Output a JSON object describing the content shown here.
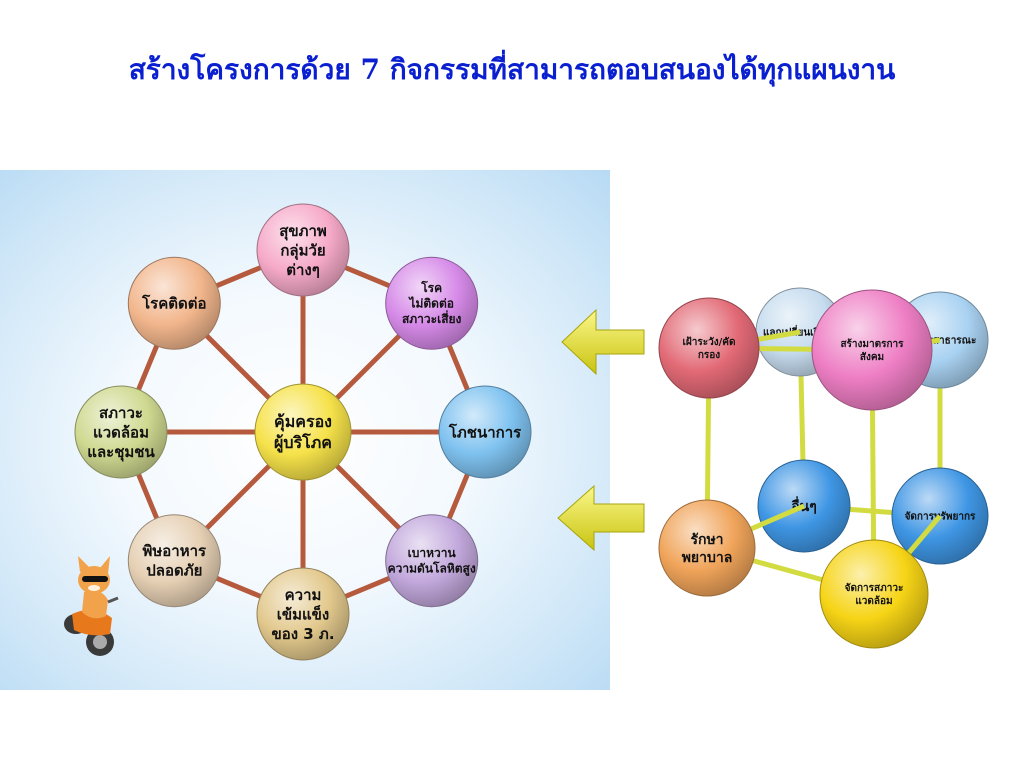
{
  "slide": {
    "title": "สร้างโครงการด้วย 7 กิจกรรมที่สามารถตอบสนองได้ทุกแผนงาน"
  },
  "wheel": {
    "center": {
      "lines": [
        "คุ้มครอง",
        "ผู้บริโภค"
      ],
      "color": "#f6e24a"
    },
    "spokes": [
      {
        "lines": [
          "สุขภาพ",
          "กลุ่มวัย",
          "ต่างๆ"
        ],
        "color": "#f6aac8"
      },
      {
        "lines": [
          "โรค",
          "ไม่ติดต่อ",
          "สภาวะเสี่ยง"
        ],
        "color": "#d68ae8"
      },
      {
        "lines": [
          "โภชนาการ"
        ],
        "color": "#7fc2f0"
      },
      {
        "lines": [
          "เบาหวาน",
          "ความดันโลหิตสูง"
        ],
        "color": "#c2a8dc"
      },
      {
        "lines": [
          "ความ",
          "เข้มแข็ง",
          "ของ 3 ภ."
        ],
        "color": "#e2c88c"
      },
      {
        "lines": [
          "พิษอาหาร",
          "ปลอดภัย"
        ],
        "color": "#e6d0b4"
      },
      {
        "lines": [
          "สภาวะ",
          "แวดล้อม",
          "และชุมชน"
        ],
        "color": "#cfd990"
      },
      {
        "lines": [
          "โรคติดต่อ"
        ],
        "color": "#f2b68c"
      }
    ]
  },
  "cube": {
    "nodes": [
      {
        "id": "sphere-surveillance",
        "lines": [
          "เฝ้าระวัง/คัด",
          "กรอง"
        ],
        "color": "#e26a76"
      },
      {
        "id": "sphere-exchange-learning",
        "lines": [
          "แลกเปลี่ยนเรียนรู้"
        ],
        "color": "#c6dcef"
      },
      {
        "id": "sphere-social-measures",
        "lines": [
          "สร้างมาตรการ",
          "สังคม"
        ],
        "color": "#ee7ec4"
      },
      {
        "id": "sphere-communication",
        "lines": [
          "สื่อสารสาธารณะ"
        ],
        "color": "#a9d2f2"
      },
      {
        "id": "sphere-treatment",
        "lines": [
          "รักษา",
          "พยาบาล"
        ],
        "color": "#f0a45a"
      },
      {
        "id": "sphere-others",
        "lines": [
          "อื่นๆ"
        ],
        "color": "#3f96e4"
      },
      {
        "id": "sphere-resources",
        "lines": [
          "จัดการทรัพยากร"
        ],
        "color": "#3f96e4"
      },
      {
        "id": "sphere-environment",
        "lines": [
          "จัดการสภาวะ",
          "แวดล้อม"
        ],
        "color": "#f6d416"
      }
    ]
  },
  "colors": {
    "title": "#0a20d0",
    "spoke_line": "#b65a3e",
    "cube_line": "#d2dc40",
    "arrow": "#e6e218"
  },
  "icons": {
    "mascot": "cat-on-scooter-icon",
    "arrows": "arrow-left-icon"
  }
}
